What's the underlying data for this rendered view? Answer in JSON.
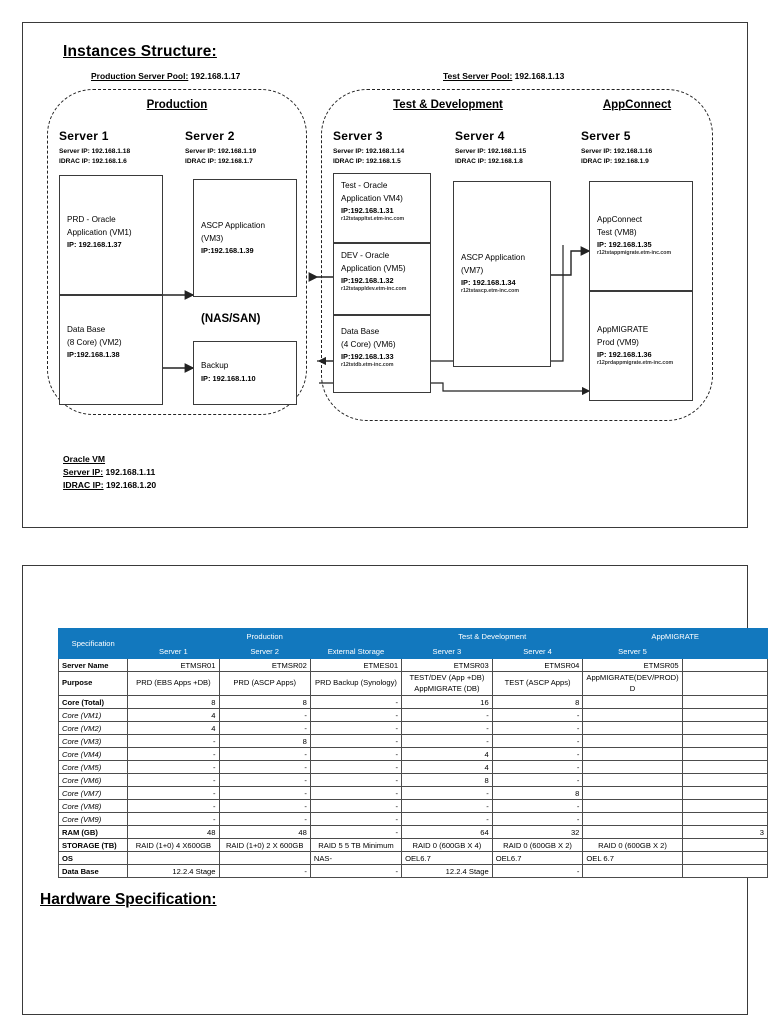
{
  "page1": {
    "title": "Instances Structure:",
    "pools": [
      {
        "name": "Production Server Pool:",
        "ip": "192.168.1.17"
      },
      {
        "name": "Test Server Pool:",
        "ip": "192.168.1.13"
      }
    ],
    "groups": [
      {
        "title": "Production "
      },
      {
        "title": "Test & Development"
      },
      {
        "title": "AppConnect "
      }
    ],
    "servers": [
      {
        "name": "Server 1",
        "server_ip": "Server IP: 192.168.1.18",
        "idrac_ip": "IDRAC IP: 192.168.1.6"
      },
      {
        "name": "Server 2",
        "server_ip": "Server IP: 192.168.1.19",
        "idrac_ip": "IDRAC IP: 192.168.1.7"
      },
      {
        "name": "Server 3",
        "server_ip": "Server IP: 192.168.1.14",
        "idrac_ip": "IDRAC IP: 192.168.1.5"
      },
      {
        "name": "Server 4",
        "server_ip": "Server IP: 192.168.1.15",
        "idrac_ip": "IDRAC IP: 192.168.1.8"
      },
      {
        "name": "Server 5",
        "server_ip": "Server IP: 192.168.1.16",
        "idrac_ip": "IDRAC IP: 192.168.1.9"
      }
    ],
    "vms": {
      "vm1": {
        "l1": "PRD - Oracle",
        "l2": "Application (VM1)",
        "ip": "IP: 192.168.1.37",
        "host": ""
      },
      "vm2": {
        "l1": "Data Base",
        "l2": "(8 Core) (VM2)",
        "ip": "IP:192.168.1.38",
        "host": ""
      },
      "vm3": {
        "l1": "ASCP Application",
        "l2": "(VM3)",
        "ip": "IP:192.168.1.39",
        "host": ""
      },
      "backup": {
        "l1": "Backup",
        "l2": "",
        "ip": "IP: 192.168.1.10",
        "host": ""
      },
      "vm4": {
        "l1": "Test - Oracle",
        "l2": "Application VM4)",
        "ip": "IP:192.168.1.31",
        "host": "r12tstappltst.etm-inc.com"
      },
      "vm5": {
        "l1": "DEV - Oracle",
        "l2": "Application (VM5)",
        "ip": "IP:192.168.1.32",
        "host": "r12tstappldev.etm-inc.com"
      },
      "vm6": {
        "l1": "Data Base",
        "l2": "(4 Core) (VM6)",
        "ip": "IP:192.168.1.33",
        "host": "r12tstdb.etm-inc.com"
      },
      "vm7": {
        "l1": "ASCP Application",
        "l2": "(VM7)",
        "ip": "IP: 192.168.1.34",
        "host": "r12tstascp.etm-inc.com"
      },
      "vm8": {
        "l1": "AppConnect",
        "l2": "Test (VM8)",
        "ip": "IP: 192.168.1.35",
        "host": "r12tstappmigrate.etm-inc.com"
      },
      "vm9": {
        "l1": "AppMIGRATE",
        "l2": "Prod (VM9)",
        "ip": "IP: 192.168.1.36",
        "host": "r12prdappmigrate.etm-inc.com"
      }
    },
    "nas_san": "(NAS/SAN)",
    "footer": {
      "line1": "Oracle VM ",
      "line2_label": "Server IP:",
      "line2_value": "192.168.1.11",
      "line3_label": "IDRAC IP:",
      "line3_value": "192.168.1.20"
    }
  },
  "page2": {
    "hw_heading": "Hardware Specification:",
    "accent": "#1278be",
    "table": {
      "corner": "Specification",
      "group_headers": [
        {
          "label": "Production",
          "span": 3
        },
        {
          "label": "Test & Development",
          "span": 2
        },
        {
          "label": "AppMIGRATE",
          "span": 2
        }
      ],
      "columns": [
        "Server 1",
        "Server 2",
        "External Storage",
        "Server 3",
        "Server 4",
        "Server 5",
        ""
      ],
      "rows": [
        {
          "label": "Server Name",
          "style": "bold",
          "cells": [
            "ETMSR01",
            "ETMSR02",
            "ETMES01",
            "ETMSR03",
            "ETMSR04",
            "ETMSR05",
            ""
          ]
        },
        {
          "label": "Purpose",
          "style": "bold",
          "tall": true,
          "cells": [
            "PRD (EBS Apps +DB)",
            "PRD (ASCP Apps)",
            "PRD Backup (Synology)",
            "TEST/DEV (App +DB) AppMIGRATE (DB)",
            "TEST (ASCP Apps)",
            "AppMIGRATE(DEV/PROD) D",
            ""
          ]
        },
        {
          "label": "Core (Total)",
          "style": "bold",
          "thick": true,
          "cells": [
            "8",
            "8",
            "-",
            "16",
            "8",
            "",
            ""
          ]
        },
        {
          "label": "Core (VM1)",
          "style": "italic",
          "cells": [
            "4",
            "-",
            "-",
            "-",
            "-",
            "",
            ""
          ]
        },
        {
          "label": "Core (VM2)",
          "style": "italic",
          "cells": [
            "4",
            "-",
            "-",
            "-",
            "-",
            "",
            ""
          ]
        },
        {
          "label": "Core (VM3)",
          "style": "italic",
          "cells": [
            "-",
            "8",
            "-",
            "-",
            "-",
            "",
            ""
          ]
        },
        {
          "label": "Core (VM4)",
          "style": "italic",
          "cells": [
            "-",
            "-",
            "-",
            "4",
            "-",
            "",
            ""
          ]
        },
        {
          "label": "Core (VM5)",
          "style": "italic",
          "cells": [
            "-",
            "-",
            "-",
            "4",
            "-",
            "",
            ""
          ]
        },
        {
          "label": "Core (VM6)",
          "style": "italic",
          "cells": [
            "-",
            "-",
            "-",
            "8",
            "-",
            "",
            ""
          ]
        },
        {
          "label": "Core (VM7)",
          "style": "italic",
          "cells": [
            "-",
            "-",
            "-",
            "-",
            "8",
            "",
            ""
          ]
        },
        {
          "label": "Core (VM8)",
          "style": "italic",
          "cells": [
            "-",
            "-",
            "-",
            "-",
            "-",
            "",
            ""
          ]
        },
        {
          "label": "Core (VM9)",
          "style": "italic",
          "cells": [
            "-",
            "-",
            "-",
            "-",
            "-",
            "",
            ""
          ]
        },
        {
          "label": "RAM (GB)",
          "style": "bold",
          "cells": [
            "48",
            "48",
            "-",
            "64",
            "32",
            "",
            "3"
          ]
        },
        {
          "label": "STORAGE (TB)",
          "style": "bold",
          "cells": [
            "RAID (1+0) 4 X600GB",
            "RAID (1+0) 2 X 600GB",
            "RAID 5 5 TB Minimum",
            "RAID 0 (600GB X 4)",
            "RAID 0 (600GB X 2)",
            "RAID 0 (600GB X 2)",
            ""
          ]
        },
        {
          "label": "OS",
          "style": "bold",
          "cells": [
            "",
            "",
            "NAS-",
            "OEL6.7",
            "OEL6.7",
            "OEL 6.7",
            ""
          ]
        },
        {
          "label": "Data Base",
          "style": "bold",
          "cells": [
            "12.2.4 Stage",
            "-",
            "-",
            "12.2.4 Stage",
            "-",
            "",
            ""
          ]
        }
      ]
    }
  }
}
